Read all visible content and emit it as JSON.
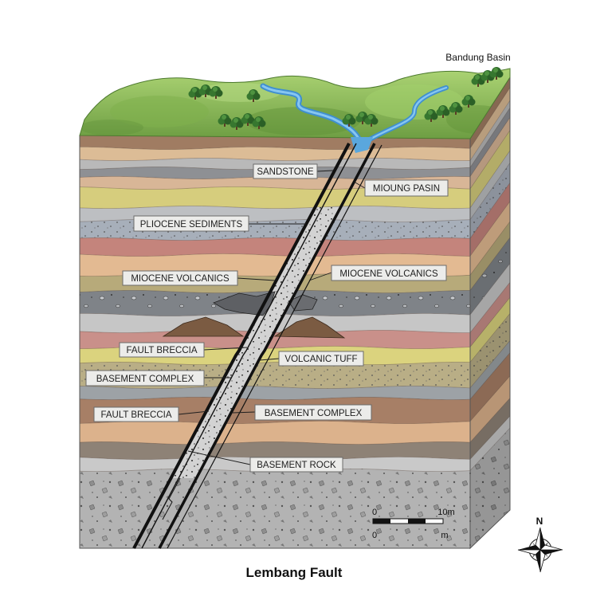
{
  "diagram": {
    "title": "Lembang Fault",
    "location_label": "Bandung Basin",
    "labels": [
      "SANDSTONE",
      "MIOUNG PASIN",
      "PLIOCENE SEDIMENTS",
      "MIOCENE VOLCANICS",
      "MIOCENE VOLCANICS",
      "FAULT BRECCIA",
      "VOLCANIC TUFF",
      "BASEMENT COMPLEX",
      "FAULT BRECCIA",
      "BASEMENT COMPLEX",
      "BASEMENT ROCK"
    ],
    "scale_bar": {
      "top_start": "0",
      "top_end": "10m",
      "bottom_start": "0",
      "bottom_unit": "m"
    },
    "compass": {
      "north_label": "N",
      "icon": "compass-rose-icon"
    },
    "icons": [
      "tree-icon",
      "compass-rose-icon"
    ],
    "colors": {
      "river": "#3f8fd0",
      "fault_line": "#111111",
      "terrain": "#8cbf5a",
      "breccia": "#d3d3d3"
    },
    "strata_colors": [
      "#a07c62",
      "#dcbc96",
      "#b9b9b9",
      "#8e9094",
      "#d8b697",
      "#d6cd7d",
      "#bdbfc2",
      "#a7afba",
      "#c4847c",
      "#e3ba92",
      "#b7aa7a",
      "#7f8388",
      "#c6c6c6",
      "#c9908a",
      "#dbd37e",
      "#b9ae86",
      "#9da2a6",
      "#a77f66",
      "#dcb28c",
      "#8e8276",
      "#c9c9c9",
      "#b3b3b3"
    ]
  }
}
